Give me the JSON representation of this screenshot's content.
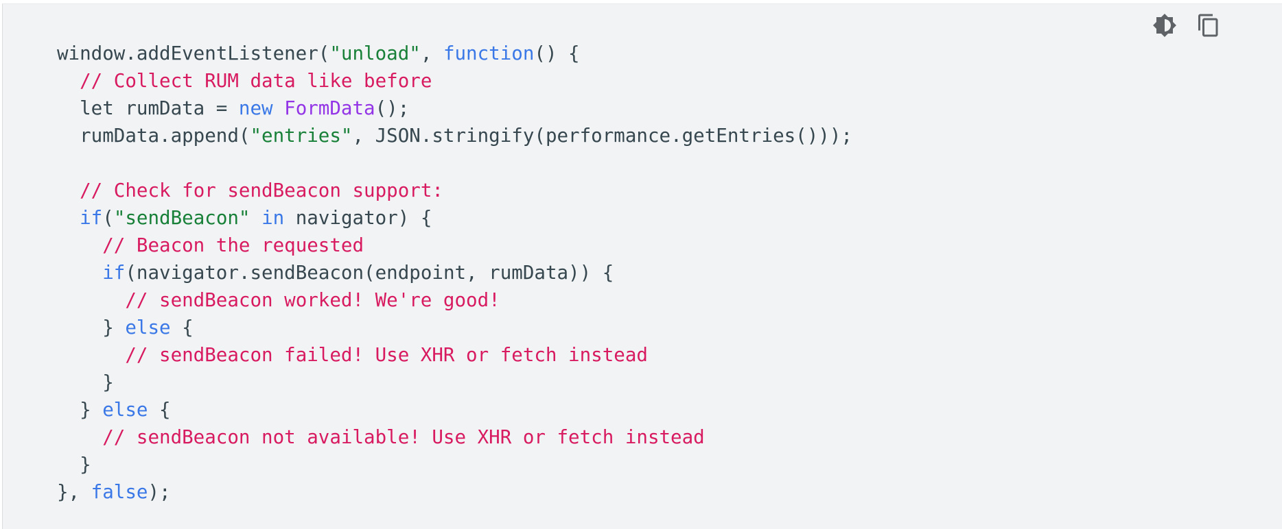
{
  "toolbar": {
    "theme_icon": "brightness-icon",
    "copy_icon": "copy-icon"
  },
  "colors": {
    "background": "#f1f3f4",
    "plain": "#37474f",
    "keyword": "#3b78e7",
    "string": "#188038",
    "comment": "#d81b60",
    "type": "#9334e6",
    "icon": "#5f6368"
  },
  "code": {
    "lines": [
      [
        [
          "plain",
          "window.addEventListener("
        ],
        [
          "string",
          "\"unload\""
        ],
        [
          "plain",
          ", "
        ],
        [
          "keyword",
          "function"
        ],
        [
          "plain",
          "() {"
        ]
      ],
      [
        [
          "plain",
          "  "
        ],
        [
          "comment",
          "// Collect RUM data like before"
        ]
      ],
      [
        [
          "plain",
          "  let rumData = "
        ],
        [
          "keyword",
          "new"
        ],
        [
          "plain",
          " "
        ],
        [
          "type",
          "FormData"
        ],
        [
          "plain",
          "();"
        ]
      ],
      [
        [
          "plain",
          "  rumData.append("
        ],
        [
          "string",
          "\"entries\""
        ],
        [
          "plain",
          ", JSON.stringify(performance.getEntries()));"
        ]
      ],
      [],
      [
        [
          "plain",
          "  "
        ],
        [
          "comment",
          "// Check for sendBeacon support:"
        ]
      ],
      [
        [
          "plain",
          "  "
        ],
        [
          "keyword",
          "if"
        ],
        [
          "plain",
          "("
        ],
        [
          "string",
          "\"sendBeacon\""
        ],
        [
          "plain",
          " "
        ],
        [
          "keyword",
          "in"
        ],
        [
          "plain",
          " navigator) {"
        ]
      ],
      [
        [
          "plain",
          "    "
        ],
        [
          "comment",
          "// Beacon the requested"
        ]
      ],
      [
        [
          "plain",
          "    "
        ],
        [
          "keyword",
          "if"
        ],
        [
          "plain",
          "(navigator.sendBeacon(endpoint, rumData)) {"
        ]
      ],
      [
        [
          "plain",
          "      "
        ],
        [
          "comment",
          "// sendBeacon worked! We're good!"
        ]
      ],
      [
        [
          "plain",
          "    } "
        ],
        [
          "keyword",
          "else"
        ],
        [
          "plain",
          " {"
        ]
      ],
      [
        [
          "plain",
          "      "
        ],
        [
          "comment",
          "// sendBeacon failed! Use XHR or fetch instead"
        ]
      ],
      [
        [
          "plain",
          "    }"
        ]
      ],
      [
        [
          "plain",
          "  } "
        ],
        [
          "keyword",
          "else"
        ],
        [
          "plain",
          " {"
        ]
      ],
      [
        [
          "plain",
          "    "
        ],
        [
          "comment",
          "// sendBeacon not available! Use XHR or fetch instead"
        ]
      ],
      [
        [
          "plain",
          "  }"
        ]
      ],
      [
        [
          "plain",
          "}, "
        ],
        [
          "keyword",
          "false"
        ],
        [
          "plain",
          ");"
        ]
      ]
    ]
  }
}
